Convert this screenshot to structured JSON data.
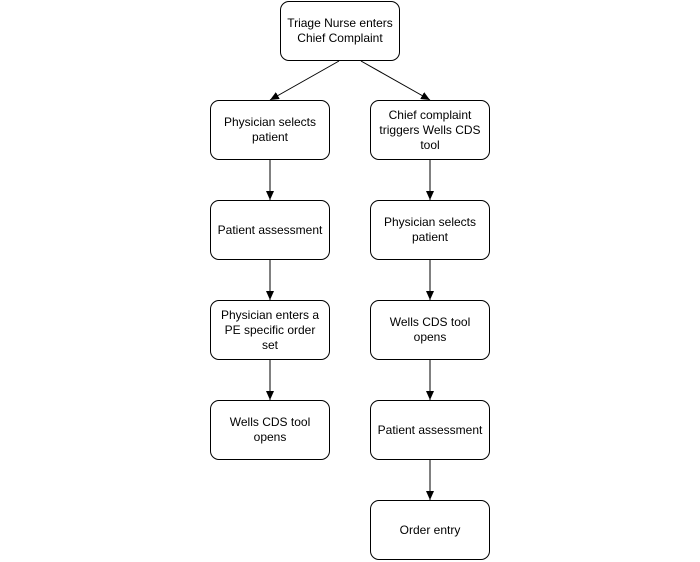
{
  "diagram": {
    "root": "Triage Nurse enters\nChief Complaint",
    "left": [
      "Physician selects\npatient",
      "Patient assessment",
      "Physician enters a\nPE specific order set",
      "Wells CDS tool\nopens"
    ],
    "right": [
      "Chief complaint\ntriggers Wells CDS\ntool",
      "Physician selects\npatient",
      "Wells CDS tool\nopens",
      "Patient assessment",
      "Order entry"
    ]
  }
}
